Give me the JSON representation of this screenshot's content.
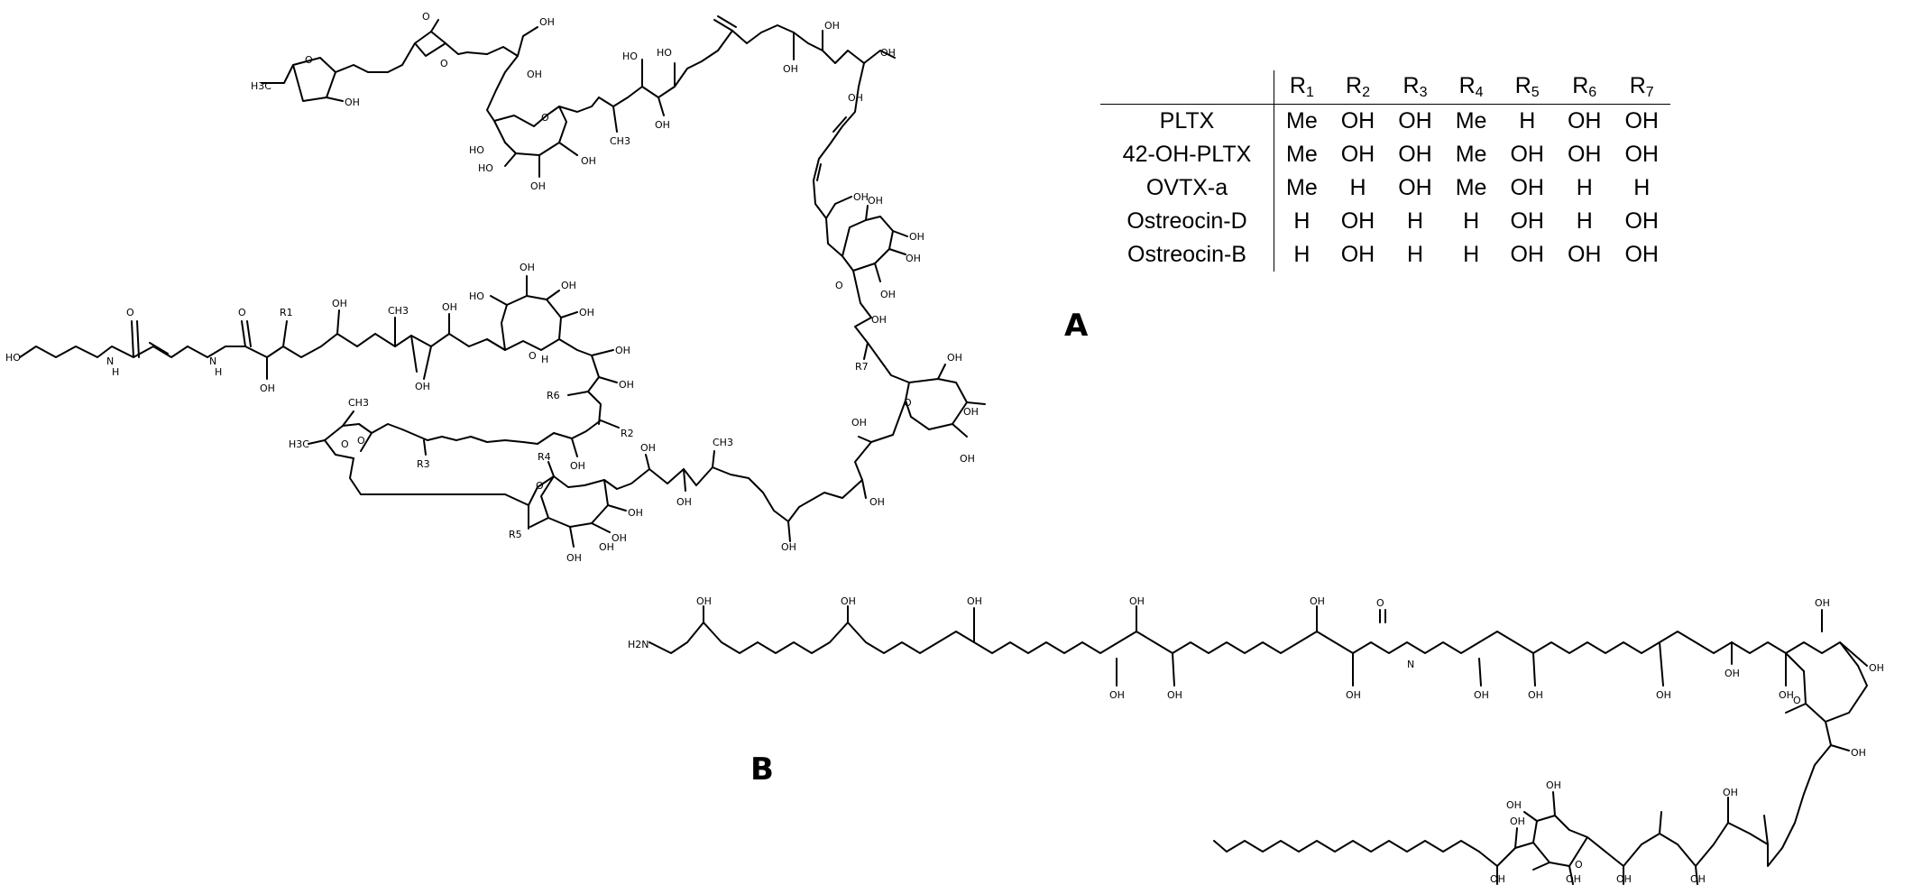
{
  "panels": {
    "a_label": "A",
    "b_label": "B"
  },
  "table": {
    "columns": [
      {
        "base": "R",
        "sub": "1"
      },
      {
        "base": "R",
        "sub": "2"
      },
      {
        "base": "R",
        "sub": "3"
      },
      {
        "base": "R",
        "sub": "4"
      },
      {
        "base": "R",
        "sub": "5"
      },
      {
        "base": "R",
        "sub": "6"
      },
      {
        "base": "R",
        "sub": "7"
      }
    ],
    "rows": [
      {
        "name": "PLTX",
        "values": [
          "Me",
          "OH",
          "OH",
          "Me",
          "H",
          "OH",
          "OH"
        ]
      },
      {
        "name": "42-OH-PLTX",
        "values": [
          "Me",
          "OH",
          "OH",
          "Me",
          "OH",
          "OH",
          "OH"
        ]
      },
      {
        "name": "OVTX-a",
        "values": [
          "Me",
          "H",
          "OH",
          "Me",
          "OH",
          "H",
          "H"
        ]
      },
      {
        "name": "Ostreocin-D",
        "values": [
          "H",
          "OH",
          "H",
          "H",
          "OH",
          "H",
          "OH"
        ]
      },
      {
        "name": "Ostreocin-B",
        "values": [
          "H",
          "OH",
          "H",
          "H",
          "OH",
          "OH",
          "OH"
        ]
      }
    ]
  },
  "structure_a": {
    "atom_labels": {
      "oh": "OH",
      "ho": "HO",
      "o": "O",
      "n": "N",
      "h": "H",
      "ch3": "CH3",
      "h3c": "H3C",
      "r1": "R1",
      "r2": "R2",
      "r3": "R3",
      "r4": "R4",
      "r5": "R5",
      "r6": "R6",
      "r7": "R7"
    }
  },
  "structure_b": {
    "atom_labels": {
      "oh": "OH",
      "o": "O",
      "n": "N",
      "h2n": "H2N"
    }
  }
}
